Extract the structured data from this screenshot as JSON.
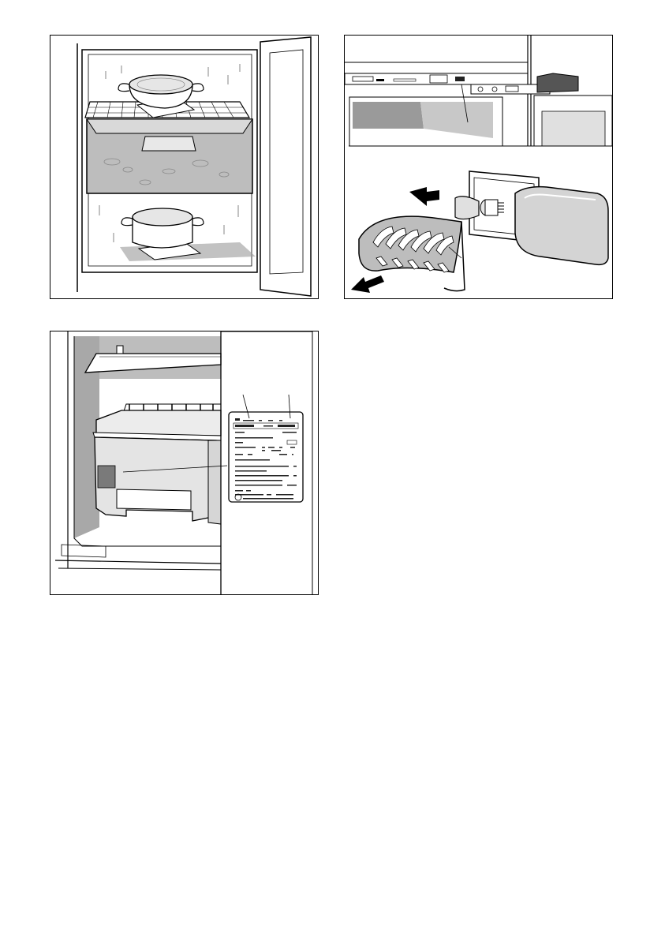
{
  "figures": [
    {
      "id": "defrost-freezer",
      "callouts": []
    },
    {
      "id": "replace-bulb",
      "callouts": []
    },
    {
      "id": "rating-plate",
      "callouts": []
    }
  ],
  "icons": {
    "bulb_arrow_left": "arrow-left-icon",
    "cover_arrow_down": "arrow-down-left-icon"
  }
}
